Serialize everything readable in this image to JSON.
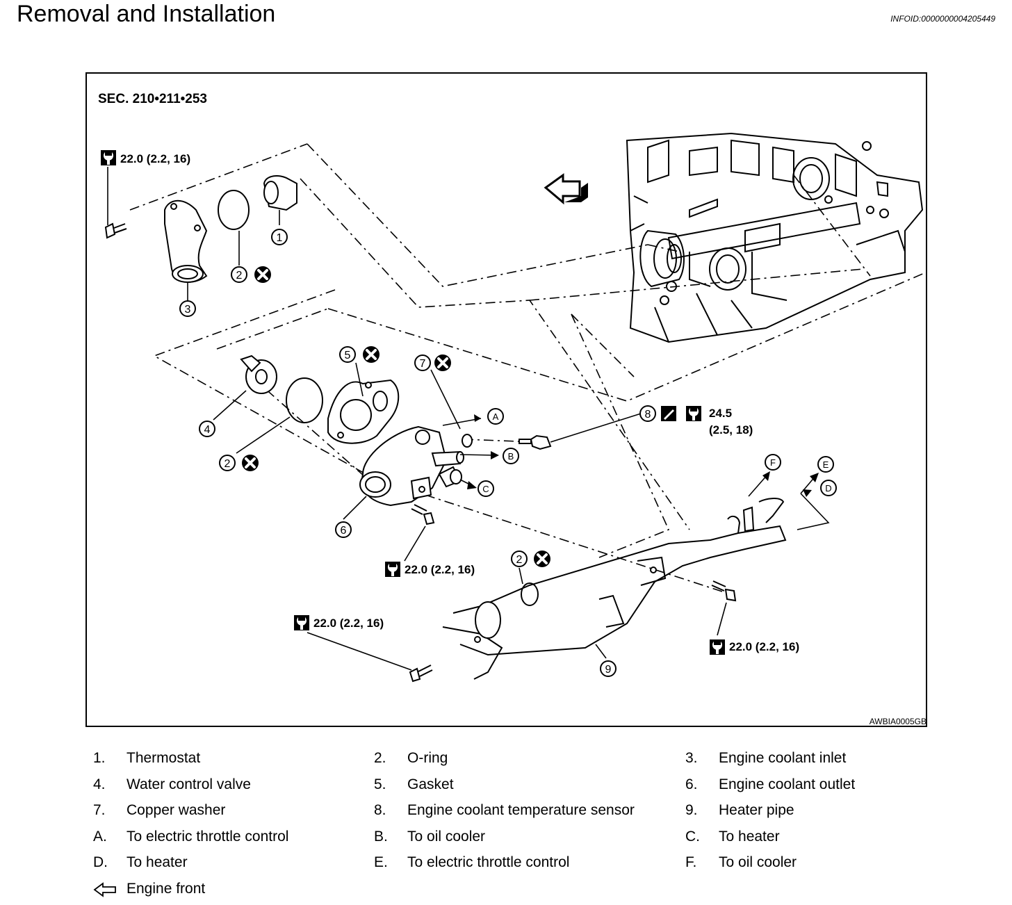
{
  "page": {
    "title": "Removal and Installation",
    "info_id": "INFOID:0000000004205449"
  },
  "figure": {
    "section": "SEC. 210•211•253",
    "image_code": "AWBIA0005GB",
    "torques": {
      "t1": "22.0 (2.2, 16)",
      "t2": "22.0 (2.2, 16)",
      "t3": "22.0 (2.2, 16)",
      "t4": "22.0 (2.2, 16)",
      "t5_line1": "24.5",
      "t5_line2": "(2.5, 18)"
    },
    "callouts": {
      "c1": "1",
      "c2a": "2",
      "c2b": "2",
      "c2c": "2",
      "c3": "3",
      "c4": "4",
      "c5": "5",
      "c6": "6",
      "c7": "7",
      "c8": "8",
      "c9": "9",
      "cA": "A",
      "cB": "B",
      "cC": "C",
      "cD": "D",
      "cE": "E",
      "cF": "F"
    }
  },
  "legend": {
    "items": [
      {
        "key": "1.",
        "label": "Thermostat"
      },
      {
        "key": "2.",
        "label": "O-ring"
      },
      {
        "key": "3.",
        "label": "Engine coolant inlet"
      },
      {
        "key": "4.",
        "label": "Water control valve"
      },
      {
        "key": "5.",
        "label": "Gasket"
      },
      {
        "key": "6.",
        "label": "Engine coolant outlet"
      },
      {
        "key": "7.",
        "label": "Copper washer"
      },
      {
        "key": "8.",
        "label": "Engine coolant temperature sensor"
      },
      {
        "key": "9.",
        "label": "Heater pipe"
      },
      {
        "key": "A.",
        "label": "To electric throttle control"
      },
      {
        "key": "B.",
        "label": "To oil cooler"
      },
      {
        "key": "C.",
        "label": "To heater"
      },
      {
        "key": "D.",
        "label": "To heater"
      },
      {
        "key": "E.",
        "label": "To electric throttle control"
      },
      {
        "key": "F.",
        "label": "To oil cooler"
      }
    ],
    "engine_front": "Engine front"
  }
}
